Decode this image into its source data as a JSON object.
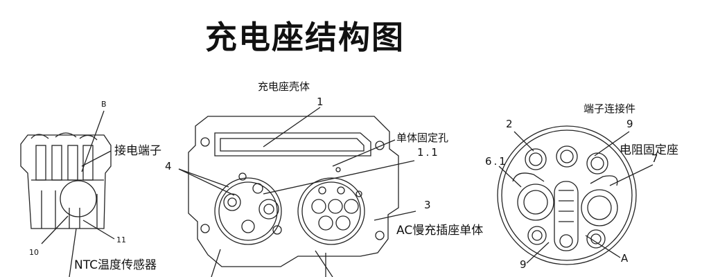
{
  "title": "充电座结构图",
  "labels": {
    "housing": "充电座壳体",
    "contact_terminal": "接电端子",
    "ntc_sensor": "NTC温度传感器",
    "unit_fix_hole": "单体固定孔",
    "ac_socket_unit": "AC慢充插座单体",
    "terminal_connector": "端子连接件",
    "resistor_seat": "电阻固定座"
  },
  "callouts": {
    "n1": "1",
    "n1_1": "1.1",
    "n2": "2",
    "n3": "3",
    "n4": "4",
    "n6_1": "6.1",
    "n7": "7",
    "n9_top": "9",
    "n9_bottom": "9",
    "nA": "A",
    "nB": "B",
    "n10": "10",
    "n11": "11"
  }
}
